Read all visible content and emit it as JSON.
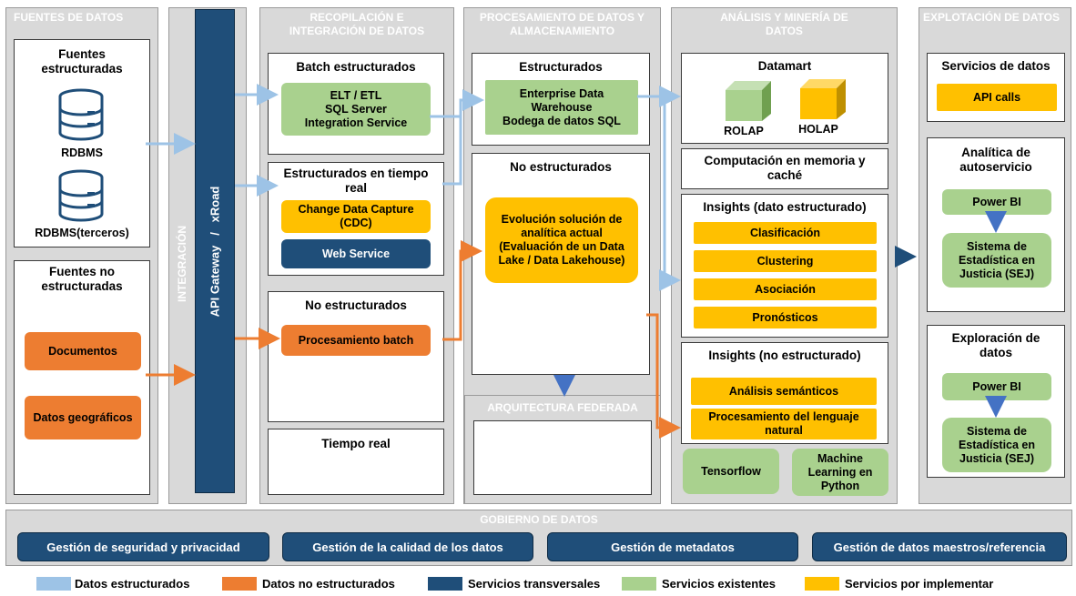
{
  "columns": {
    "fuentes": "FUENTES DE DATOS",
    "integracion": "INTEGRACIÓN",
    "recopilacion": "RECOPILACIÓN E INTEGRACIÓN DE DATOS",
    "procesamiento": "PROCESAMIENTO DE DATOS Y ALMACENAMIENTO",
    "analisis": "ANÁLISIS Y MINERÍA DE DATOS",
    "explotacion": "EXPLOTACIÓN DE DATOS"
  },
  "fuentes": {
    "estructuradas_title": "Fuentes estructuradas",
    "rdbms": "RDBMS",
    "rdbms_terceros": "RDBMS(terceros)",
    "no_estructuradas_title": "Fuentes no estructuradas",
    "documentos": "Documentos",
    "datos_geo": "Datos geográficos"
  },
  "integracion": {
    "api_gateway": "API Gateway   /   xRoad"
  },
  "recopilacion": {
    "batch_title": "Batch estructurados",
    "elt": "ELT / ETL\nSQL Server\nIntegration Service",
    "tiempo_real_title": "Estructurados en tiempo real",
    "cdc": "Change Data Capture (CDC)",
    "web_service": "Web Service",
    "no_estr_title": "No estructurados",
    "proc_batch": "Procesamiento batch",
    "tiempo_real": "Tiempo real"
  },
  "procesamiento": {
    "estr_title": "Estructurados",
    "edw": "Enterprise Data Warehouse\nBodega de datos SQL",
    "no_estr_title": "No estructurados",
    "evolucion": "Evolución solución de analítica actual (Evaluación de un Data Lake / Data Lakehouse)",
    "federada": "ARQUITECTURA FEDERADA"
  },
  "analisis": {
    "datamart_title": "Datamart",
    "rolap": "ROLAP",
    "holap": "HOLAP",
    "computacion": "Computación en memoria y caché",
    "insights_estr_title": "Insights (dato estructurado)",
    "clasificacion": "Clasificación",
    "clustering": "Clustering",
    "asociacion": "Asociación",
    "pronosticos": "Pronósticos",
    "insights_no_title": "Insights (no estructurado)",
    "semanticos": "Análisis semánticos",
    "lenguaje": "Procesamiento del lenguaje natural",
    "tensorflow": "Tensorflow",
    "ml_python": "Machine Learning en Python"
  },
  "explotacion": {
    "servicios_title": "Servicios de datos",
    "api_calls": "API calls",
    "autoservicio_title": "Analítica de autoservicio",
    "power_bi_1": "Power BI",
    "sej_1": "Sistema de Estadística en Justicia (SEJ)",
    "exploracion_title": "Exploración de datos",
    "power_bi_2": "Power BI",
    "sej_2": "Sistema de Estadística en Justicia (SEJ)"
  },
  "gobierno": {
    "title": "GOBIERNO DE DATOS",
    "items": [
      "Gestión de seguridad y privacidad",
      "Gestión de la calidad  de los datos",
      "Gestión de metadatos",
      "Gestión de datos maestros/referencia"
    ]
  },
  "legend": [
    {
      "label": "Datos estructurados",
      "color": "#9dc3e6"
    },
    {
      "label": "Datos no estructurados",
      "color": "#ed7d31"
    },
    {
      "label": "Servicios transversales",
      "color": "#1f4e79"
    },
    {
      "label": "Servicios existentes",
      "color": "#a9d18e"
    },
    {
      "label": "Servicios por implementar",
      "color": "#ffc000"
    }
  ]
}
